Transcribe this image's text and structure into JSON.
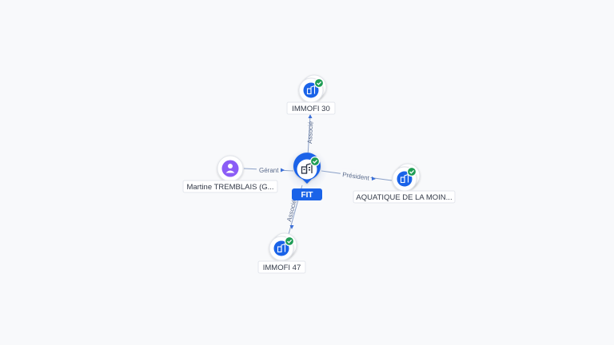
{
  "nodes": {
    "center": {
      "label": "FIT",
      "type": "company",
      "status": "verified"
    },
    "top": {
      "label": "IMMOFI 30",
      "type": "company",
      "status": "verified"
    },
    "left": {
      "label": "Martine TREMBLAIS (G...",
      "type": "person"
    },
    "right": {
      "label": "AQUATIQUE DE LA MOIN...",
      "type": "company",
      "status": "verified"
    },
    "bottom": {
      "label": "IMMOFI 47",
      "type": "company",
      "status": "verified"
    }
  },
  "edges": {
    "top": {
      "label": "Associé"
    },
    "left": {
      "label": "Gérant"
    },
    "right": {
      "label": "Président"
    },
    "bottom": {
      "label": "Associé"
    }
  },
  "colors": {
    "company": "#1a63e8",
    "person": "#8b5cf6",
    "verified": "#1f9d55",
    "edge": "#8aa0c8",
    "arrow": "#3b6fd8"
  },
  "icons": {
    "company": "building-icon",
    "person": "person-icon",
    "verified": "check-icon"
  }
}
